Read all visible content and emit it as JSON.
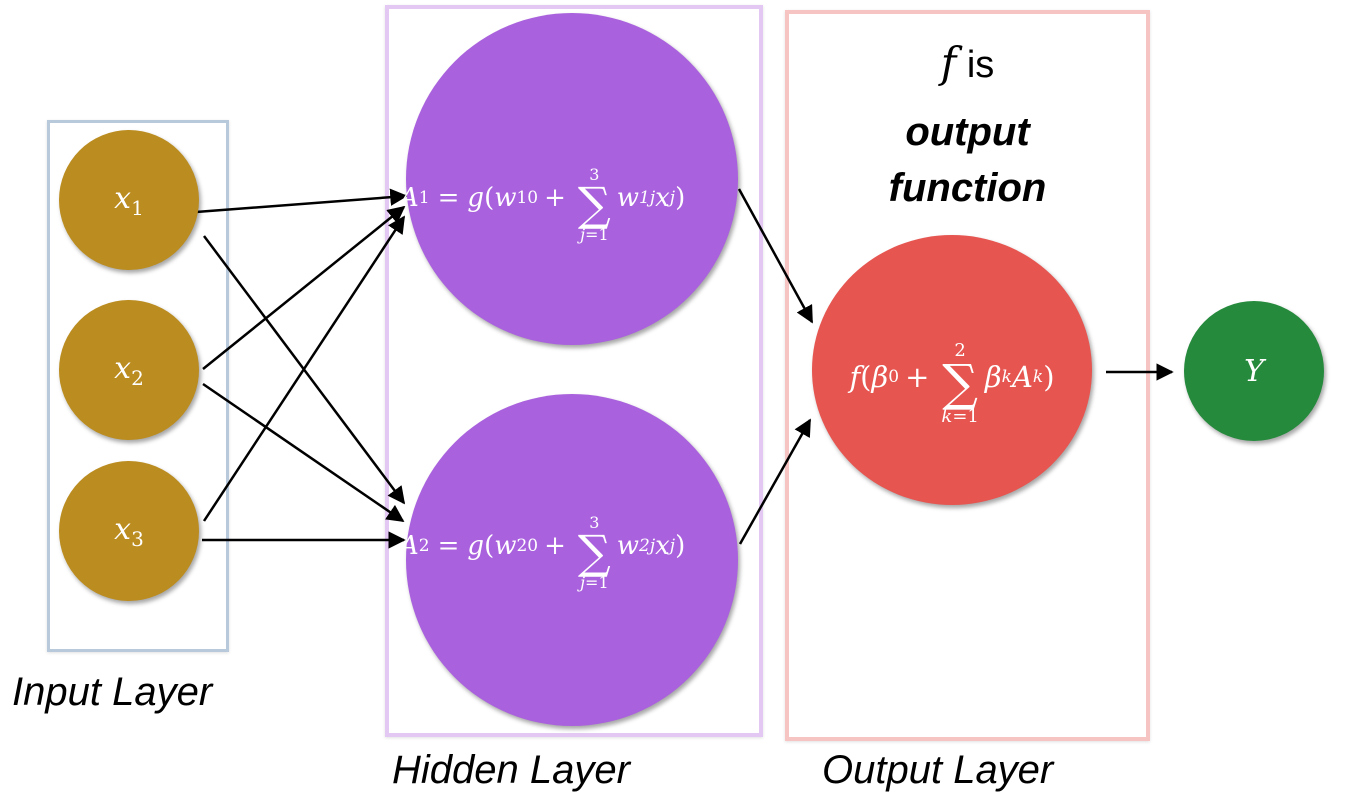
{
  "diagram": {
    "type": "neural-network",
    "colors": {
      "input_node": "#bb8c1f",
      "hidden_node": "#a961dd",
      "output_node": "#e65550",
      "target_node": "#258a3c",
      "input_box": "#b9c9dc",
      "hidden_box": "#e2c8f2",
      "output_box": "#f6c5c3"
    },
    "input_layer": {
      "label": "Input Layer",
      "nodes": [
        {
          "var": "x",
          "sub": "1"
        },
        {
          "var": "x",
          "sub": "2"
        },
        {
          "var": "x",
          "sub": "3"
        }
      ]
    },
    "hidden_layer": {
      "label": "Hidden Layer",
      "nodes": [
        {
          "lhs": "A",
          "lhs_sub": "1",
          "eq": "=",
          "fn": "g",
          "open": "(",
          "w0": "w",
          "w0_sub": "10",
          "plus": "+",
          "sum_upper": "3",
          "sum_lower_var": "j",
          "sum_lower_rest": "=1",
          "wj": "w",
          "wj_sub": "1j",
          "xj": "x",
          "xj_sub": "j",
          "close": ")"
        },
        {
          "lhs": "A",
          "lhs_sub": "2",
          "eq": "=",
          "fn": "g",
          "open": "(",
          "w0": "w",
          "w0_sub": "20",
          "plus": "+",
          "sum_upper": "3",
          "sum_lower_var": "j",
          "sum_lower_rest": "=1",
          "wj": "w",
          "wj_sub": "2j",
          "xj": "x",
          "xj_sub": "j",
          "close": ")"
        }
      ]
    },
    "output_layer": {
      "label": "Output Layer",
      "note": {
        "symbol": "f",
        "line1_rest": " is",
        "line2": "output",
        "line3": "function"
      },
      "node": {
        "fn": "f",
        "open": "(",
        "b0": "β",
        "b0_sub": "0",
        "plus": "+",
        "sum_upper": "2",
        "sum_lower_var": "k",
        "sum_lower_rest": "=1",
        "bk": "β",
        "bk_sub": "k",
        "ak": "A",
        "ak_sub": "k",
        "close": ")"
      }
    },
    "target": {
      "var": "Y"
    },
    "edges": [
      {
        "from": "x1",
        "to": "A1"
      },
      {
        "from": "x1",
        "to": "A2"
      },
      {
        "from": "x2",
        "to": "A1"
      },
      {
        "from": "x2",
        "to": "A2"
      },
      {
        "from": "x3",
        "to": "A1"
      },
      {
        "from": "x3",
        "to": "A2"
      },
      {
        "from": "A1",
        "to": "f"
      },
      {
        "from": "A2",
        "to": "f"
      },
      {
        "from": "f",
        "to": "Y"
      }
    ]
  }
}
